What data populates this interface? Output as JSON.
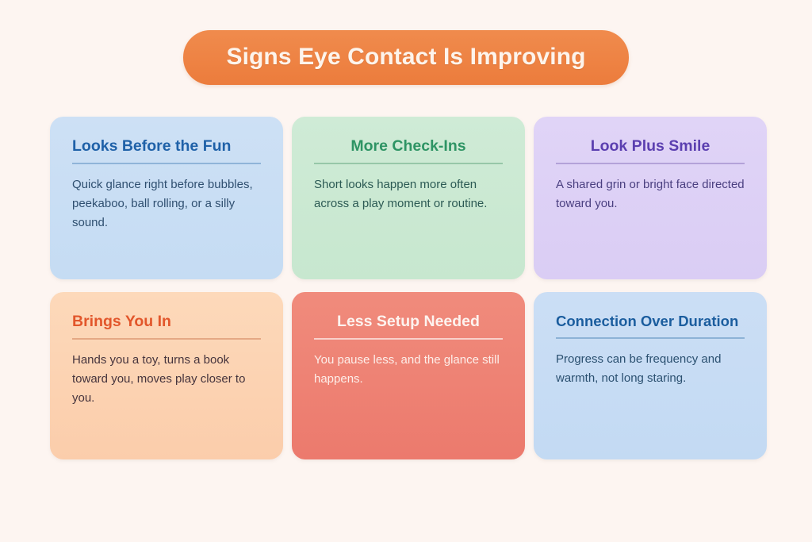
{
  "page": {
    "background_color": "#fdf5f1"
  },
  "header": {
    "title": "Signs Eye Contact Is Improving",
    "pill_color": "#ee8143",
    "title_color": "#fdf4ec"
  },
  "cards": [
    {
      "id": "looks-before-the-fun",
      "title": "Looks Before the Fun",
      "body": "Quick glance right before bubbles, peekaboo, ball rolling, or a silly sound.",
      "background_color": "#c8def3",
      "title_color": "#1f61a8",
      "body_color": "#2f4f70",
      "title_align": "left"
    },
    {
      "id": "more-check-ins",
      "title": "More Check-Ins",
      "body": "Short looks happen more often across a play moment or routine.",
      "background_color": "#cbe9d1",
      "title_color": "#2e9464",
      "body_color": "#2c5a54",
      "title_align": "center"
    },
    {
      "id": "look-plus-smile",
      "title": "Look Plus Smile",
      "body": "A shared grin or bright face directed toward you.",
      "background_color": "#ded2f5",
      "title_color": "#5b3fb0",
      "body_color": "#4a3f80",
      "title_align": "center"
    },
    {
      "id": "brings-you-in",
      "title": "Brings You In",
      "body": "Hands you a toy, turns a book toward you, moves play closer to you.",
      "background_color": "#fcd6b5",
      "title_color": "#e2562b",
      "body_color": "#46343d",
      "title_align": "left"
    },
    {
      "id": "less-setup-needed",
      "title": "Less Setup Needed",
      "body": "You pause less, and the glance still happens.",
      "background_color": "#ef8074",
      "title_color": "#fdf3ef",
      "body_color": "#fdeee9",
      "title_align": "center"
    },
    {
      "id": "connection-over-duration",
      "title": "Connection Over Duration",
      "body": "Progress can be frequency and warmth, not long staring.",
      "background_color": "#c7dcf4",
      "title_color": "#1b5d9e",
      "body_color": "#2b5070",
      "title_align": "left"
    }
  ]
}
